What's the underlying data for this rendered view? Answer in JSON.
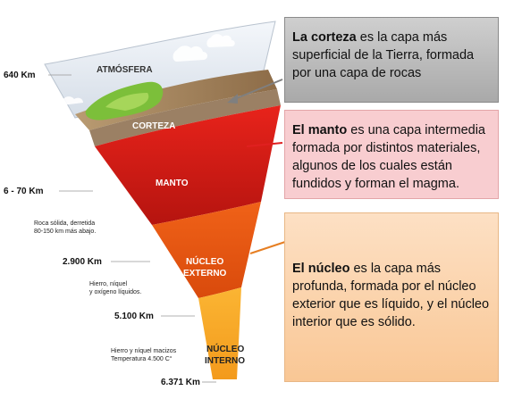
{
  "depth_labels": {
    "d640": "640 Km",
    "d6_70": "6 - 70 Km",
    "d2900": "2.900 Km",
    "d5100": "5.100 Km",
    "d6371": "6.371 Km"
  },
  "layers": {
    "atmosfera": "ATMÓSFERA",
    "corteza": "CORTEZA",
    "manto": "MANTO",
    "nucleo_externo_1": "NÚCLEO",
    "nucleo_externo_2": "EXTERNO",
    "nucleo_interno_1": "NÚCLEO",
    "nucleo_interno_2": "INTERNO"
  },
  "notes": {
    "manto_1": "Roca sólida, derretida",
    "manto_2": "80-150 km más abajo.",
    "externo_1": "Hierro, níquel",
    "externo_2": "y oxígeno líquidos.",
    "interno_1": "Hierro y níquel macizos",
    "interno_2": "Temperatura  4.500  C°"
  },
  "boxes": {
    "corteza": {
      "term": "La corteza",
      "text": " es la capa más superficial de la Tierra, formada por una capa de rocas"
    },
    "manto": {
      "term": "El manto",
      "text": " es una capa intermedia formada por distintos materiales, algunos de los cuales están fundidos y forman el magma."
    },
    "nucleo": {
      "term": "El núcleo",
      "text": " es la capa más profunda, formada por el núcleo exterior que es líquido, y el núcleo interior que es sólido."
    }
  },
  "colors": {
    "corteza_box": "#b5b5b5",
    "manto_box": "#f8cdd0",
    "nucleo_box": "#fbd3ab",
    "arrow_corteza": "#7f7f7f",
    "arrow_manto": "#e02020",
    "arrow_nucleo": "#e67e22"
  }
}
